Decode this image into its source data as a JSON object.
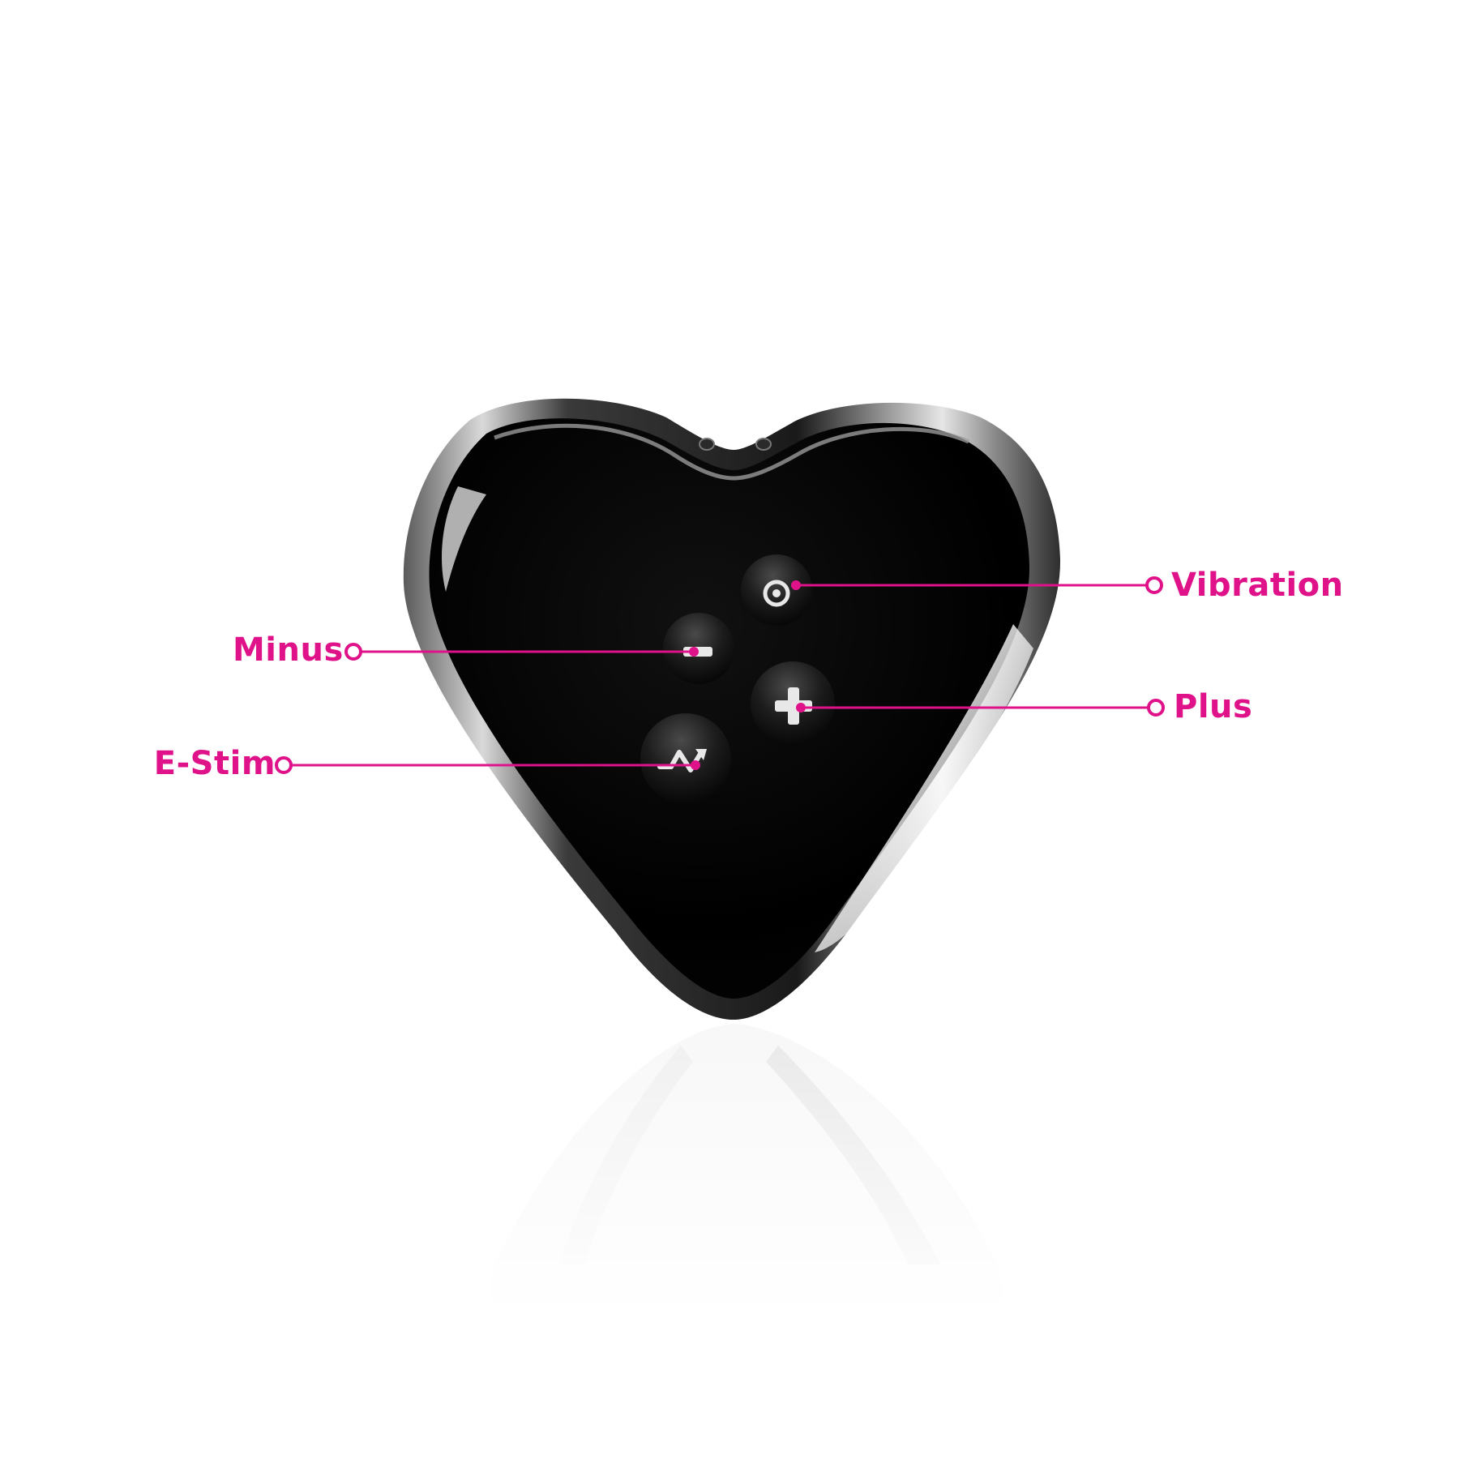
{
  "accent_color": "#e0128a",
  "device": {
    "shape": "heart",
    "finish": "glossy black with chrome rim",
    "buttons": [
      {
        "key": "vibration",
        "icon": "vibration-icon"
      },
      {
        "key": "minus",
        "icon": "minus-icon"
      },
      {
        "key": "plus",
        "icon": "plus-icon"
      },
      {
        "key": "estim",
        "icon": "estim-pulse-icon"
      }
    ]
  },
  "callouts": {
    "vibration": "Vibration",
    "plus": "Plus",
    "minus": "Minus",
    "estim": "E-Stim"
  }
}
